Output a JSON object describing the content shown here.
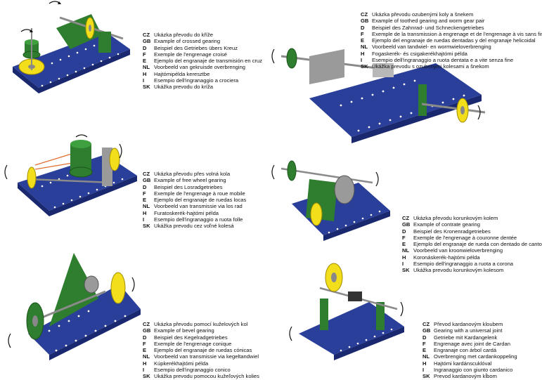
{
  "captions": [
    {
      "id": "crossed",
      "lines": [
        {
          "code": "CZ",
          "text": "Ukázka převodu do kříže"
        },
        {
          "code": "GB",
          "text": "Example of crossed gearing"
        },
        {
          "code": "D",
          "text": "Beispiel des Getriebes übers Kreuz"
        },
        {
          "code": "F",
          "text": "Exemple de l'engrenage croisé"
        },
        {
          "code": "E",
          "text": "Ejemplo del engranaje de transmisión en cruz"
        },
        {
          "code": "NL",
          "text": "Voorbeeld van gekruisde overbrenging"
        },
        {
          "code": "H",
          "text": "Hajtómipélda keresztbe"
        },
        {
          "code": "I",
          "text": "Esempio dell'ingranaggio a crociera"
        },
        {
          "code": "SK",
          "text": "Ukážka prevodu do kríža"
        }
      ]
    },
    {
      "id": "worm",
      "lines": [
        {
          "code": "CZ",
          "text": "Ukázka převodu ozubenými koly a šnekem"
        },
        {
          "code": "GB",
          "text": "Example of toothed gearing and worm gear pair"
        },
        {
          "code": "D",
          "text": "Beispiel des Zahnrad- und Schneckengetriebes"
        },
        {
          "code": "F",
          "text": "Exemple de la transmission à engrenage et de l'engrenage à vis sans fin"
        },
        {
          "code": "E",
          "text": "Ejemplo del engranaje de ruedas dentadas y del engranaje helicoidal"
        },
        {
          "code": "NL",
          "text": "Voorbeeld van tandwiel- en wormwieloverbrenging"
        },
        {
          "code": "H",
          "text": "Fogaskerék- és csigakerékhajtómi példa"
        },
        {
          "code": "I",
          "text": "Esempio dell'ingranaggio a ruota dentata e a vite senza fine"
        },
        {
          "code": "SK",
          "text": "Ukážka prevodu s ozubenými kolesami a šnekom"
        }
      ]
    },
    {
      "id": "freewheel",
      "lines": [
        {
          "code": "CZ",
          "text": "Ukázka převodu přes volná kola"
        },
        {
          "code": "GB",
          "text": "Example of free wheel gearing"
        },
        {
          "code": "D",
          "text": "Beispiel des Losradgetriebes"
        },
        {
          "code": "F",
          "text": "Exemple de l'engrenage à roue mobile"
        },
        {
          "code": "E",
          "text": "Ejemplo del engranaje de ruedas locas"
        },
        {
          "code": "NL",
          "text": "Voorbeeld van transmissie via los rad"
        },
        {
          "code": "H",
          "text": "Furatoskerék-hajtómi példa"
        },
        {
          "code": "I",
          "text": "Esempio dell'ingranaggio a ruota folle"
        },
        {
          "code": "SK",
          "text": "Ukážka prevodu cez voľné kolesá"
        }
      ]
    },
    {
      "id": "contrate",
      "lines": [
        {
          "code": "CZ",
          "text": "Ukázka převodu korunkovým kolem"
        },
        {
          "code": "GB",
          "text": "Example of contrate gearing"
        },
        {
          "code": "D",
          "text": "Beispiel des Kronenradgetriebes"
        },
        {
          "code": "F",
          "text": "Exemple de l'engrenage à couronne dentée"
        },
        {
          "code": "E",
          "text": "Ejemplo del engranaje de rueda con dentado de canto"
        },
        {
          "code": "NL",
          "text": "Voorbeeld van kroonwieloverbrenging"
        },
        {
          "code": "H",
          "text": "Koronáskerék-hajtómi példa"
        },
        {
          "code": "I",
          "text": "Esempio dell'ingranaggio a ruota a corona"
        },
        {
          "code": "SK",
          "text": "Ukážka prevodu korunkovým kolesom"
        }
      ]
    },
    {
      "id": "bevel",
      "lines": [
        {
          "code": "CZ",
          "text": "Ukázka převodu pomocí kuželových kol"
        },
        {
          "code": "GB",
          "text": "Example of bevel gearing"
        },
        {
          "code": "D",
          "text": "Beispiel des Kegelradgetriebes"
        },
        {
          "code": "F",
          "text": "Exemple de l'engrenage conique"
        },
        {
          "code": "E",
          "text": "Ejemplo del engranaje de ruedas cónicas"
        },
        {
          "code": "NL",
          "text": "Voorbeeld van transmissie via kegeltandwiel"
        },
        {
          "code": "H",
          "text": "Kúpkerékhajtómi példa"
        },
        {
          "code": "I",
          "text": "Esempio dell'ingranaggio conico"
        },
        {
          "code": "SK",
          "text": "Ukážka prevodu pomocou kužeľových kolies"
        }
      ]
    },
    {
      "id": "cardan",
      "lines": [
        {
          "code": "CZ",
          "text": "Převod kardanovým kloubem"
        },
        {
          "code": "GB",
          "text": "Gearing with a universal joint"
        },
        {
          "code": "D",
          "text": "Getriebe mit Kardangelenk"
        },
        {
          "code": "F",
          "text": "Engrenage avec joint de Cardan"
        },
        {
          "code": "E",
          "text": "Engranaje con árbol cardá"
        },
        {
          "code": "NL",
          "text": "Overbrenging met cardankoppeling"
        },
        {
          "code": "H",
          "text": "Hajtómi kardánscuklóval"
        },
        {
          "code": "I",
          "text": "Ingranaggio con giunto cardanico"
        },
        {
          "code": "SK",
          "text": "Prevod kardanovým kĺbom"
        }
      ]
    }
  ],
  "colors": {
    "plate": "#2a3f9a",
    "plate_dark": "#1a2870",
    "green": "#2f7d2f",
    "yellow": "#f2de1a",
    "axle": "#8a8a8a",
    "arrow": "#111111"
  }
}
